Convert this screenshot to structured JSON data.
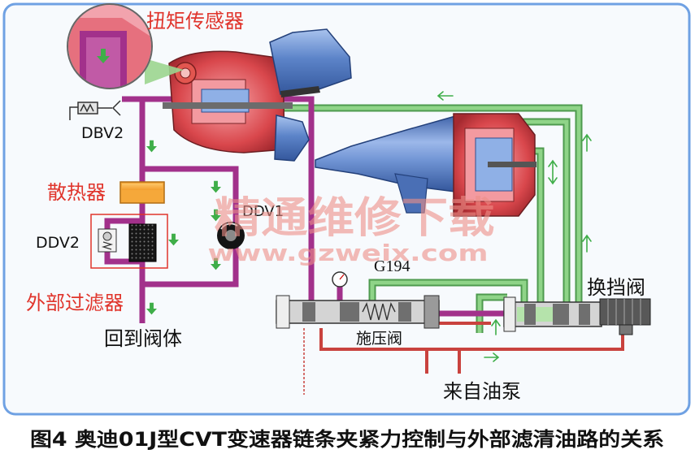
{
  "figure": {
    "caption": "图4 奥迪01J型CVT变速器链条夹紧力控制与外部滤清油路的关系"
  },
  "labels": {
    "torque_sensor": "扭矩传感器",
    "dbv2": "DBV2",
    "radiator": "散热器",
    "ddv2": "DDV2",
    "ddv1": "DDV1",
    "external_filter": "外部过滤器",
    "return_to_valve_body": "回到阀体",
    "g194": "G194",
    "shift_valve": "换挡阀",
    "pressure_valve": "施压阀",
    "from_oil_pump": "来自油泵"
  },
  "watermark": {
    "title": "精通维修下载",
    "url": "www.gzweix.com"
  },
  "colors": {
    "frame": "#6fa1e3",
    "oil_line_purple": "#a2318b",
    "oil_line_green": "#8fd488",
    "oil_line_red": "#c9423e",
    "label_red": "#e0342b",
    "radiator_orange": "#f5a83a",
    "pulley_blue": "#5c84c9",
    "hub_red": "#d9474c",
    "flow_arrow_green": "#3fae49",
    "watermark": "#ee8f88"
  }
}
